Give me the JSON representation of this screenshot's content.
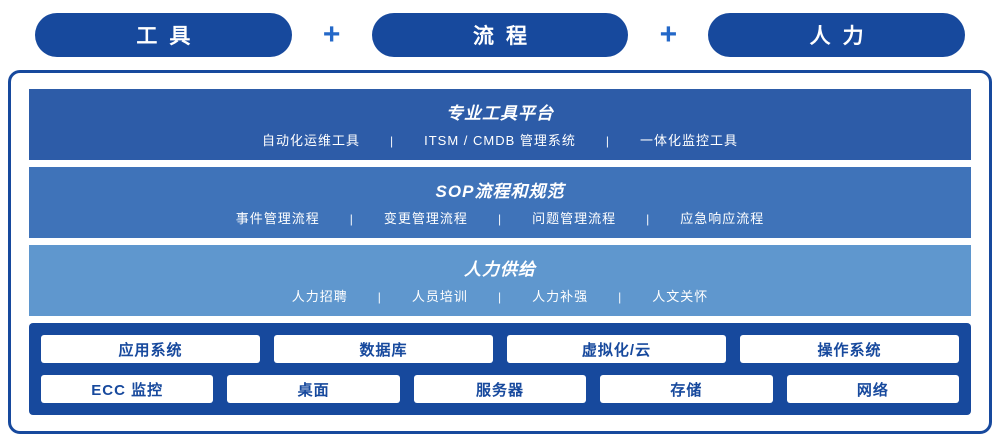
{
  "header": {
    "plus": "+",
    "pills": [
      {
        "label": "工具"
      },
      {
        "label": "流程"
      },
      {
        "label": "人力"
      }
    ]
  },
  "separator": "|",
  "bands": [
    {
      "title": "专业工具平台",
      "items": [
        "自动化运维工具",
        "ITSM / CMDB 管理系统",
        "一体化监控工具"
      ]
    },
    {
      "title": "SOP流程和规范",
      "items": [
        "事件管理流程",
        "变更管理流程",
        "问题管理流程",
        "应急响应流程"
      ]
    },
    {
      "title": "人力供给",
      "items": [
        "人力招聘",
        "人员培训",
        "人力补强",
        "人文关怀"
      ]
    }
  ],
  "base": {
    "row1": [
      "应用系统",
      "数据库",
      "虚拟化/云",
      "操作系统"
    ],
    "row2": [
      "ECC 监控",
      "桌面",
      "服务器",
      "存储",
      "网络"
    ]
  },
  "colors": {
    "navy": "#17499d",
    "band1": "#2d5ca8",
    "band2": "#3f73b9",
    "band3": "#5f97ce",
    "plus": "#2468c8",
    "box_text": "#17499d"
  }
}
